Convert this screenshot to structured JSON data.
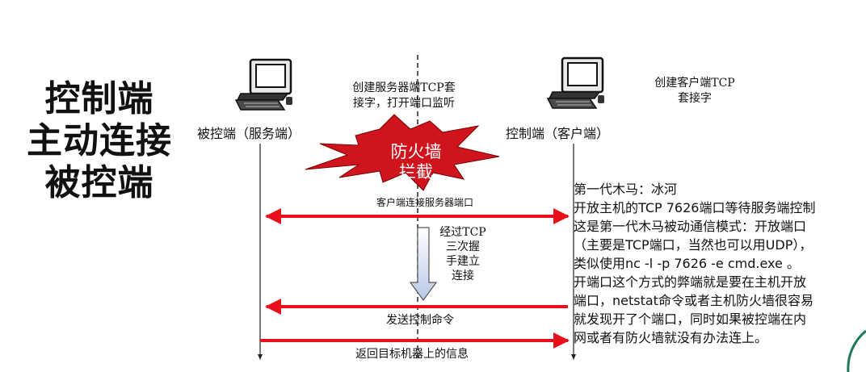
{
  "title_lines": [
    "控制端",
    "主动连接",
    "被控端"
  ],
  "server": {
    "caption_lines": [
      "创建服务器端TCP套",
      "接字，打开端口监听"
    ],
    "label": "被控端（服务端）"
  },
  "client": {
    "caption_lines": [
      "创建客户端TCP",
      "套接字"
    ],
    "label": "控制端（客户端）"
  },
  "firewall_lines": [
    "防火墙",
    "拦截"
  ],
  "messages": {
    "connect": "客户端连接服务器端口",
    "handshake_lines": [
      "经过TCP",
      "三次握",
      "手建立",
      "连接"
    ],
    "command": "发送控制命令",
    "return": "返回目标机器上的信息"
  },
  "info_lines": [
    "第一代木马：冰河",
    "开放主机的TCP 7626端口等待服务端控制",
    "这是第一代木马被动通信模式：开放端口",
    "（主要是TCP端口，当然也可以用UDP），",
    "类似使用nc -l -p 7626 -e cmd.exe 。",
    "开端口这个方式的弊端就是要在主机开放",
    "端口，netstat命令或者主机防火墙很容易",
    "就发现开了个端口，同时如果被控端在内",
    "网或者有防火墙就没有办法连上。"
  ],
  "colors": {
    "arrow": "#e8101a",
    "burst": "#d0141e",
    "corner_accent": "#1e7a5c"
  }
}
